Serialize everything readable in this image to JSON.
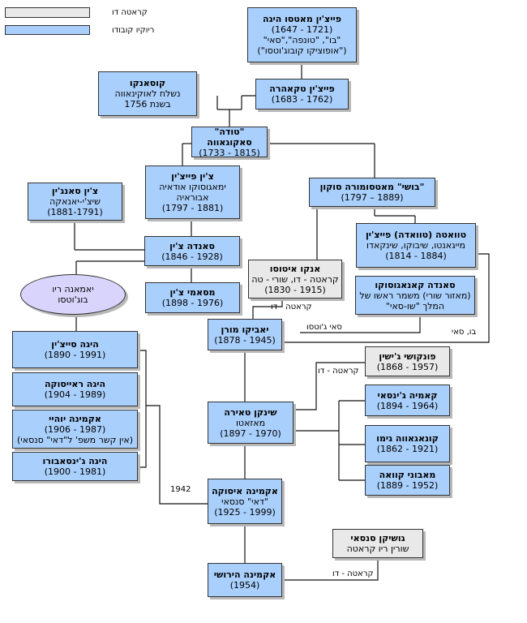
{
  "legend": [
    {
      "label": "קראטה דו",
      "color": "#e9e9e9"
    },
    {
      "label": "ריוקיו קובודו",
      "color": "#a9cffc"
    }
  ],
  "nodes": {
    "n1": {
      "name": "פייצ'ין מאטסו היגה",
      "lines": [
        "(1721 - 1647)",
        "\"בו\", \"טונפה\",\"סאי\"",
        "(\"אופוציקו קובוג'וטסו\")"
      ]
    },
    "n2": {
      "name": "קוסאנקו",
      "lines": [
        "נשלח לאוקינאווה",
        "בשנת 1756"
      ]
    },
    "n3": {
      "name": "פייצ'ין טקאהרה",
      "lines": [
        "(1762 - 1683)"
      ]
    },
    "n4": {
      "name": "\"טודה\" סאקוגאווה",
      "lines": [
        "(1815 - 1733)"
      ]
    },
    "n5": {
      "name": "צ'ין פייצ'ין",
      "lines": [
        "ימאגוסוקו אודאיה",
        "אבוראיה",
        "(1881 - 1797)"
      ]
    },
    "n6": {
      "name": "צ'ין סאנג'ין",
      "lines": [
        "שיצ'י-יאנאקה",
        "(1881-1791)"
      ]
    },
    "n7": {
      "name": "\"בושי\" מאטסומורה סוקון",
      "lines": [
        "(1889 – 1797)"
      ]
    },
    "n8": {
      "name": "טוואטה (טוואדה) פייצ'ין",
      "lines": [
        "מייגאנטו, שיבוקו, שינקאדו",
        "(1884 - 1814)"
      ]
    },
    "n9": {
      "name": "סאנדה צ'ין",
      "lines": [
        "(1928 - 1846)"
      ]
    },
    "n10": {
      "name": "אנקו איטוסו",
      "lines": [
        "קראטה - דו, שורי - טה",
        "(1915 - 1830)"
      ]
    },
    "n11": {
      "name": "סאנדה קאנאגוסוקו",
      "lines": [
        "(מאזור שורי) משמר ראשו של",
        "המלך \"שו-סאי\""
      ]
    },
    "n12": {
      "name": "יאמאנה ריו",
      "lines": [
        "בוג'וטסו"
      ]
    },
    "n13": {
      "name": "מסאמי צ'ין",
      "lines": [
        "(1976 - 1898)"
      ]
    },
    "n14": {
      "name": "יאביקו מורן",
      "lines": [
        "(1945 - 1878)"
      ]
    },
    "n15": {
      "name": "היגה סייצ'ין",
      "lines": [
        "(1991 - 1890)"
      ]
    },
    "n16": {
      "name": "פונקושי ג'ישין",
      "lines": [
        "(1957 - 1868)"
      ]
    },
    "n17": {
      "name": "היגה ראייסוקה",
      "lines": [
        "(1989 - 1904)"
      ]
    },
    "n18": {
      "name": "קאמיה ג'ינסאי",
      "lines": [
        "(1964 - 1894)"
      ]
    },
    "n19": {
      "name": "אקמינה יוהיי",
      "lines": [
        "(1987 - 1906)",
        "(אין קשר משפ' ל\"דאי\" סנסאי)"
      ]
    },
    "n20": {
      "name": "שינקן טאירה",
      "lines": [
        "מאזאטו",
        "(1970 - 1897)"
      ]
    },
    "n21": {
      "name": "קונאגאווה גימו",
      "lines": [
        "(1921 - 1862)"
      ]
    },
    "n22": {
      "name": "היגה ג'ינסאבורו",
      "lines": [
        "(1981 - 1900)"
      ]
    },
    "n23": {
      "name": "מאבוני קוואה",
      "lines": [
        "(1952 - 1889)"
      ]
    },
    "n24": {
      "name": "אקמינה איסוקה",
      "lines": [
        "\"דאי\" סנסאי",
        "(1999 - 1925)"
      ]
    },
    "n25": {
      "name": "גושיקן סנסאי",
      "lines": [
        "שורין ריו קראטה"
      ]
    },
    "n26": {
      "name": "אקמינה הירושי",
      "lines": [
        "(1954)"
      ]
    }
  },
  "labels": {
    "l1": "קראטה - דו",
    "l2": "סאי ג'וטסו",
    "l3": "בו, סאי",
    "l4": "קראטה - דו",
    "l5": "1942",
    "l6": "קראטה - דו"
  }
}
